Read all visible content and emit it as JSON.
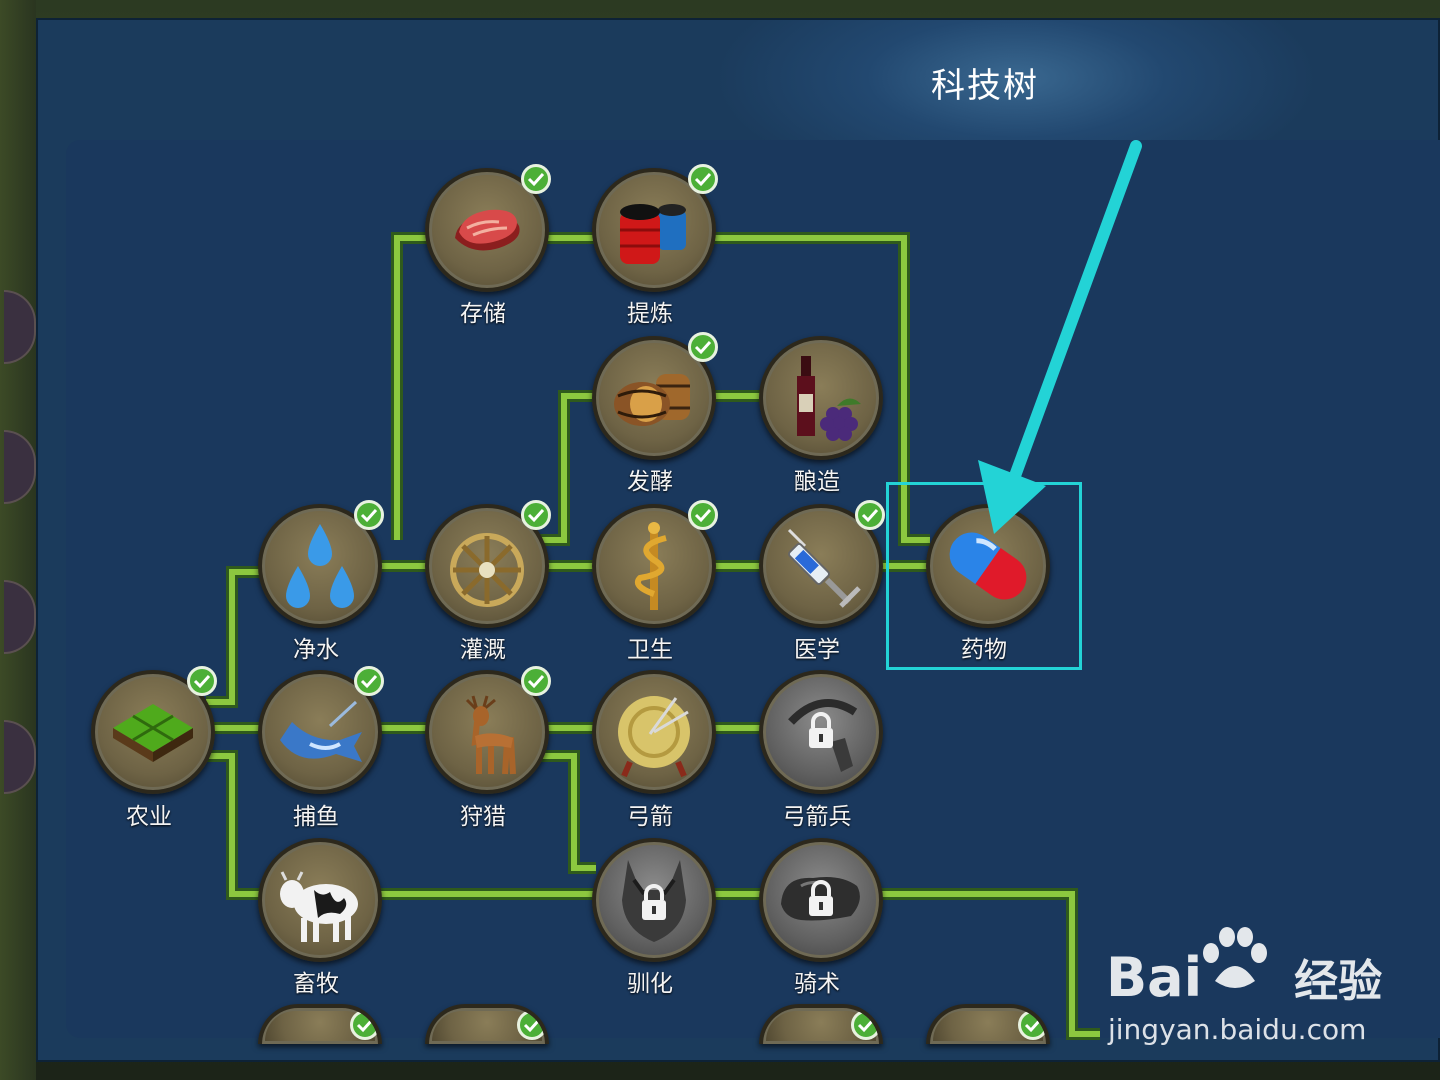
{
  "window": {
    "title": "科技树"
  },
  "colors": {
    "line": "#7ab83a",
    "highlight": "#23d3d6",
    "check": "#4caf37",
    "panel": "#1a385d"
  },
  "techs": [
    {
      "id": "storage",
      "label": "存储",
      "icon": "meat-icon",
      "researched": true
    },
    {
      "id": "refining",
      "label": "提炼",
      "icon": "barrels-icon",
      "researched": true
    },
    {
      "id": "fermentation",
      "label": "发酵",
      "icon": "wood-barrel-icon",
      "researched": true
    },
    {
      "id": "brewing",
      "label": "酿造",
      "icon": "wine-grapes-icon",
      "researched": false
    },
    {
      "id": "water",
      "label": "净水",
      "icon": "water-drops-icon",
      "researched": true
    },
    {
      "id": "irrigation",
      "label": "灌溉",
      "icon": "waterwheel-icon",
      "researched": true
    },
    {
      "id": "hygiene",
      "label": "卫生",
      "icon": "caduceus-icon",
      "researched": true
    },
    {
      "id": "medicine",
      "label": "医学",
      "icon": "syringe-icon",
      "researched": true
    },
    {
      "id": "drugs",
      "label": "药物",
      "icon": "pill-icon",
      "researched": false
    },
    {
      "id": "agriculture",
      "label": "农业",
      "icon": "farmland-icon",
      "researched": true
    },
    {
      "id": "fishing",
      "label": "捕鱼",
      "icon": "swordfish-icon",
      "researched": true
    },
    {
      "id": "hunting",
      "label": "狩猎",
      "icon": "deer-icon",
      "researched": true
    },
    {
      "id": "archery",
      "label": "弓箭",
      "icon": "target-arrows-icon",
      "researched": false
    },
    {
      "id": "archer",
      "label": "弓箭兵",
      "icon": "bow-lock-icon",
      "researched": false,
      "locked": true
    },
    {
      "id": "husbandry",
      "label": "畜牧",
      "icon": "cow-icon",
      "researched": false
    },
    {
      "id": "taming",
      "label": "驯化",
      "icon": "dog-lock-icon",
      "researched": false,
      "locked": true
    },
    {
      "id": "riding",
      "label": "骑术",
      "icon": "horse-lock-icon",
      "researched": false,
      "locked": true
    }
  ],
  "watermark": {
    "brand": "Bai",
    "brand_suffix": "经验",
    "url": "jingyan.baidu.com"
  }
}
